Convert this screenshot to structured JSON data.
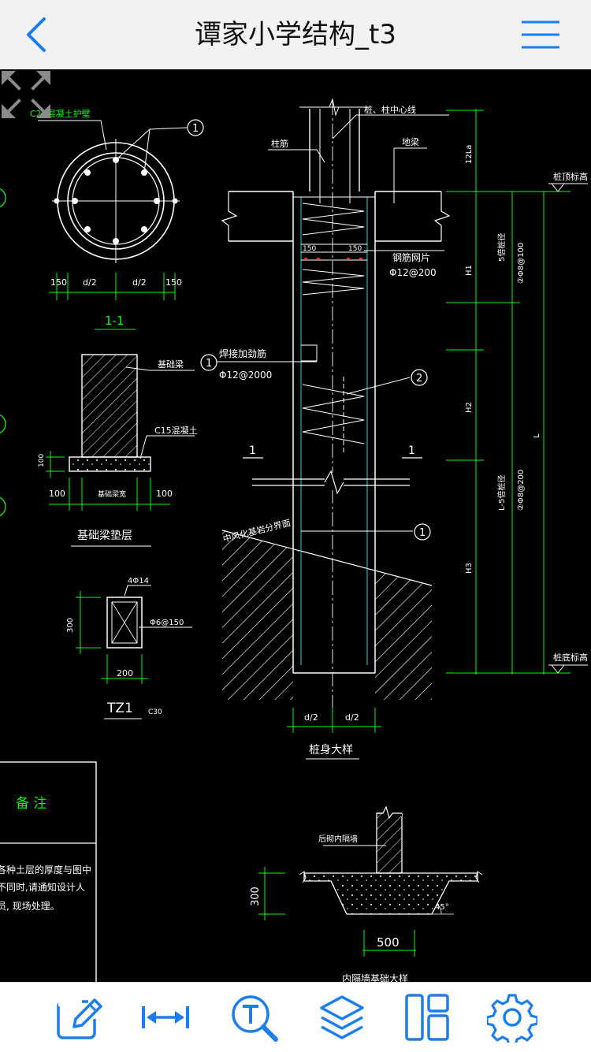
{
  "nav": {
    "title": "谭家小学结构_t3",
    "back_icon": "chevron-left-icon",
    "menu_icon": "hamburger-menu-icon"
  },
  "drawing": {
    "circle_section": {
      "label_c20": "C20混凝土护壁",
      "callout": "1",
      "dim_left": "150",
      "dim_d2_a": "d/2",
      "dim_d2_b": "d/2",
      "dim_right": "150",
      "section_title": "1-1"
    },
    "beam_section": {
      "label_beam": "基础梁",
      "label_c15": "C15混凝土",
      "dim_100_v": "100",
      "dim_100_l": "100",
      "dim_width": "基础梁宽",
      "dim_100_r": "100",
      "title": "基础梁垫层"
    },
    "tz1": {
      "rebar_top": "4Φ14",
      "stirrup": "Φ6@150",
      "dim_height": "300",
      "dim_width": "200",
      "title": "TZ1",
      "grade": "C30"
    },
    "pile_detail": {
      "center_line": "桩、柱中心线",
      "col_rebar": "柱筋",
      "ground_beam": "地梁",
      "dim_150_a": "150",
      "dim_150_b": "150",
      "mesh": "钢筋网片",
      "mesh_spec": "Φ12@200",
      "weld": "焊接加劲筋",
      "weld_spec": "Φ12@2000",
      "callout_1a": "1",
      "callout_2": "2",
      "callout_1b": "1",
      "sec_mark_l": "1",
      "sec_mark_r": "1",
      "rock_layer": "中风化基岩分界面",
      "dim_12la": "12La",
      "dim_h1": "H1",
      "dim_h2": "H2",
      "dim_h3": "H3",
      "dim_l": "L",
      "rebar_5d": "5倍桩径",
      "rebar_5d_spec": "②Φ8@100",
      "rebar_l5d": "L-5倍桩径",
      "rebar_l5d_spec": "②Φ8@200",
      "top_elev": "桩顶标高",
      "bottom_elev": "桩底标高",
      "dim_d2_a": "d/2",
      "dim_d2_b": "d/2",
      "title": "桩身大样"
    },
    "notes": {
      "header": "备 注",
      "line1": "各种土层的厚度与图中",
      "line2": "不同时,请通知设计人",
      "line3": "员, 现场处理。"
    },
    "wall_found": {
      "label": "后砌内隔墙",
      "dim_300": "300",
      "dim_500": "500",
      "angle": "45°",
      "title": "内隔墙基础大样"
    }
  },
  "toolbar": {
    "items": [
      "edit-icon",
      "measure-icon",
      "text-search-icon",
      "layers-icon",
      "layout-icon",
      "settings-icon"
    ]
  },
  "colors": {
    "accent": "#1a7ef0",
    "cad_white": "#ffffff",
    "cad_green": "#00ff00",
    "cad_cyan": "#00e0e0",
    "cad_red": "#ff2020"
  }
}
